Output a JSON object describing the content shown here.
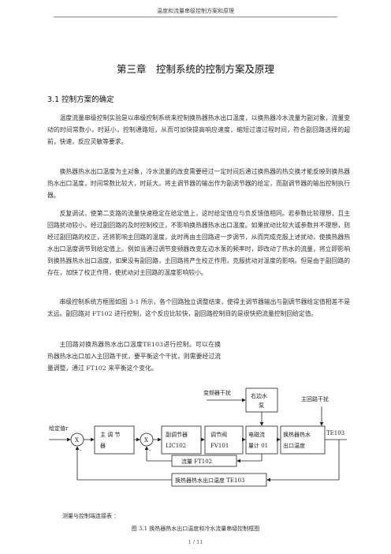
{
  "header": {
    "running_title": "温度和流量串级控制方案和原理"
  },
  "chapter_title": "第三章　控制系统的控制方案及原理",
  "section_title": "3.1 控制方案的确定",
  "paragraphs": [
    "温度流量串级控制实验是以串级控制系统来控制换热器热水出口温度，以换热器冷水流量为副对象，流量变动的时间常数小，时延小，控制通路短，从而可加快提高响应速度，缩短过渡过程时间，符合副回路选择的超前，快速，反应灵敏等要求。",
    "换热器热水出口温度为主对象，冷水流量的改变需要经过一定时间后通过换热器的热交换才能反映到换热器热水出口温度，时间常数比较大，时延大。将主调节器的输出作为副调节器的给定，而副调节器的输出控制执行器。",
    "反复调试，使第二支路的流量快速稳定在给定值上，这时给定值应与负反馈值相同。若参数比较理想，且主回路扰动较小，经过副回路的及时控制校正，不影响换热器热水出口温度。如果扰动比较大或参数并不理想，则经过副回路的校正，还将影响主回路的温度，此时再由主回路进一步调节，从而完成克服上述扰动，使换热器热水出口温度调节到给定值上。例如当通过调节变频器改变左边水泵的频率时，即改动了热水的流量，将立即影响到换热器热水出口温度，如果没有副回路，主回路将产生校正作用，克服扰动对温度的影响。但是由于副回路的存在，加快了校正作用，使扰动对主回路的温度影响较小。",
    "串级控制系统方框图如图 3-1 所示，各个回路独立调整结束，使得主调节器输出与副调节器给定值相差不是太远。副回路对 FT102 进行控制，这个反应比较快，副回路控制目的是很快把流量控制回给定值。",
    "主回路对换热器热水出口温度TE103进行控制。可以在换热器热水出口加入主回路干扰，要平衡这个干扰，则需要经过流量调整，通过 FT102 来平衡这个变化。"
  ],
  "diagram": {
    "setpoint_label": "给定值r",
    "main_controller": [
      "主 调 节",
      "器"
    ],
    "sub_controller": [
      "副调节器",
      "LIC102"
    ],
    "valve": [
      "调节阀",
      "FV101"
    ],
    "flowmeter": [
      "电磁流",
      "量计 01"
    ],
    "exchanger": [
      "换热器热水",
      "出口温度"
    ],
    "output_label": "TE103",
    "pump": [
      "右边水",
      "泵"
    ],
    "inverter_disturbance": "变频器干扰",
    "main_disturbance": "主回路干扰",
    "flow_feedback": "流量 FT102",
    "temp_feedback": "换热器热水出口温度 TE103",
    "sum_symbol": "X",
    "sign_plus": "+",
    "sign_minus": "-"
  },
  "connection_label": "测量与控制端连接表 ：",
  "caption": "图 3.1  换热器热水出口温度和冷水流量串级控制框图",
  "page_number": "1 / 11"
}
